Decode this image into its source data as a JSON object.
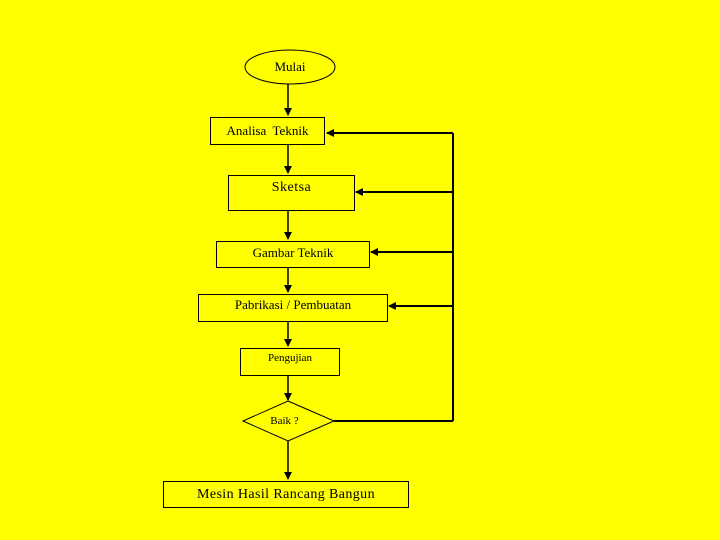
{
  "diagram": {
    "colors": {
      "background": "#FFFF00",
      "line": "#000000"
    },
    "nodes": [
      {
        "id": "start",
        "shape": "ellipse",
        "label": "Mulai"
      },
      {
        "id": "analisa",
        "shape": "rect",
        "label": "Analisa  Teknik"
      },
      {
        "id": "sketsa",
        "shape": "rect",
        "label": "Sketsa"
      },
      {
        "id": "gambar",
        "shape": "rect",
        "label": "Gambar Teknik"
      },
      {
        "id": "pabrikasi",
        "shape": "rect",
        "label": "Pabrikasi / Pembuatan"
      },
      {
        "id": "pengujian",
        "shape": "rect",
        "label": "Pengujian"
      },
      {
        "id": "decision",
        "shape": "diamond",
        "label": "Baik ?"
      },
      {
        "id": "hasil",
        "shape": "rect",
        "label": "Mesin Hasil Rancang Bangun"
      }
    ],
    "edges": [
      {
        "from": "start",
        "to": "analisa"
      },
      {
        "from": "analisa",
        "to": "sketsa"
      },
      {
        "from": "sketsa",
        "to": "gambar"
      },
      {
        "from": "gambar",
        "to": "pabrikasi"
      },
      {
        "from": "pabrikasi",
        "to": "pengujian"
      },
      {
        "from": "pengujian",
        "to": "decision"
      },
      {
        "from": "decision",
        "to": "hasil"
      }
    ],
    "feedback_targets": [
      "analisa",
      "sketsa",
      "gambar",
      "pabrikasi"
    ]
  }
}
